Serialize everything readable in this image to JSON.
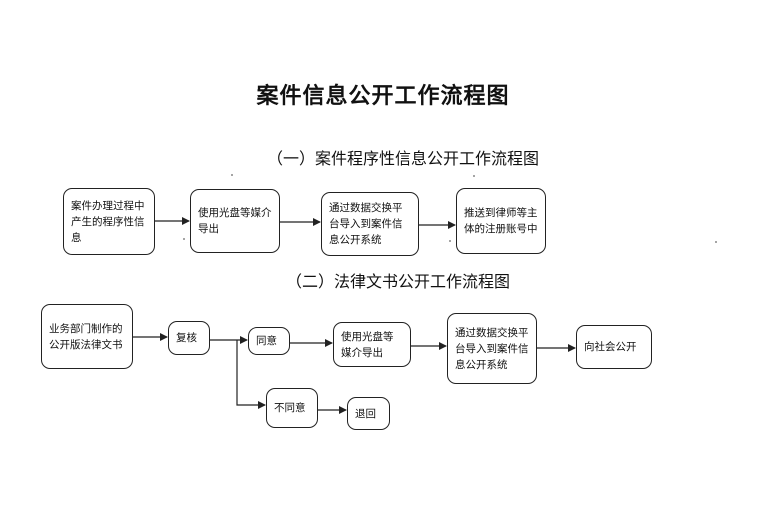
{
  "title": "案件信息公开工作流程图",
  "section1": {
    "heading": "（一）案件程序性信息公开工作流程图",
    "steps": [
      "案件办理过程中产生的程序性信息",
      "使用光盘等媒介导出",
      "通过数据交换平台导入到案件信息公开系统",
      "推送到律师等主体的注册账号中"
    ]
  },
  "section2": {
    "heading": "（二）法律文书公开工作流程图",
    "steps": {
      "dept": "业务部门制作的公开版法律文书",
      "review": "复核",
      "agree": "同意",
      "export": "使用光盘等媒介导出",
      "exchange": "通过数据交换平台导入到案件信息公开系统",
      "publish": "向社会公开",
      "disagree": "不同意",
      "return": "退回"
    }
  }
}
